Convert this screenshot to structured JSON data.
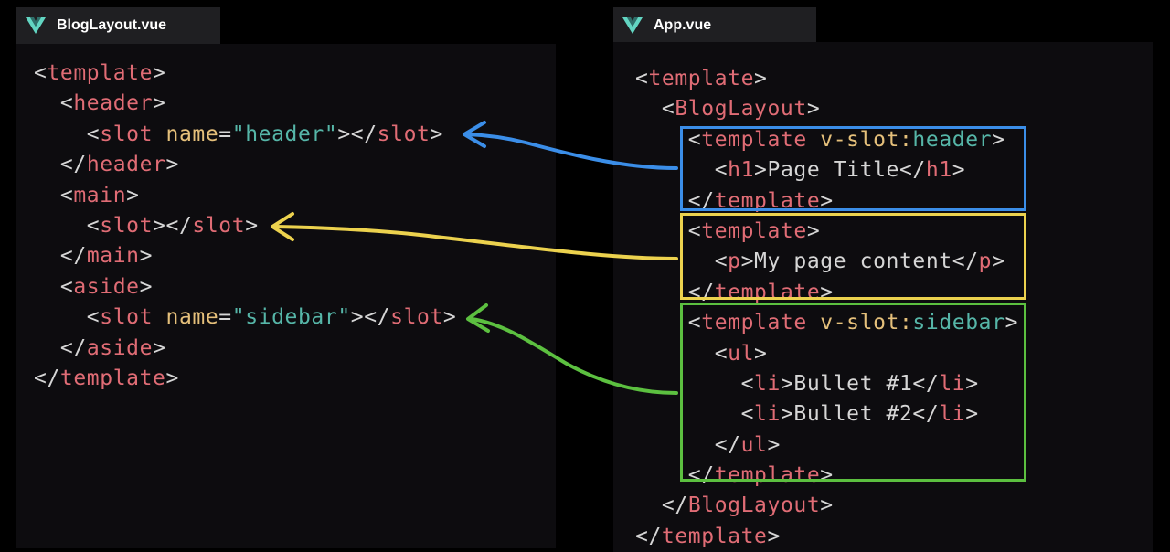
{
  "tabs": {
    "left": {
      "icon": "vue-logo-icon",
      "label": "BlogLayout.vue"
    },
    "right": {
      "icon": "vue-logo-icon",
      "label": "App.vue"
    }
  },
  "colors": {
    "blue": "#3b8ee8",
    "yellow": "#ecd24e",
    "green": "#5cc040",
    "tag": "#e06c75",
    "attr": "#e5c07b",
    "string": "#56b6a8",
    "punct": "#d6d6d6"
  },
  "left_code": [
    [
      [
        "p",
        "<"
      ],
      [
        "tag",
        "template"
      ],
      [
        "p",
        ">"
      ]
    ],
    [
      [
        "t",
        "  "
      ],
      [
        "p",
        "<"
      ],
      [
        "tag",
        "header"
      ],
      [
        "p",
        ">"
      ]
    ],
    [
      [
        "t",
        "    "
      ],
      [
        "p",
        "<"
      ],
      [
        "tag",
        "slot"
      ],
      [
        "t",
        " "
      ],
      [
        "attr",
        "name"
      ],
      [
        "p",
        "="
      ],
      [
        "str",
        "\"header\""
      ],
      [
        "p",
        "></"
      ],
      [
        "tag",
        "slot"
      ],
      [
        "p",
        ">"
      ]
    ],
    [
      [
        "t",
        "  "
      ],
      [
        "p",
        "</"
      ],
      [
        "tag",
        "header"
      ],
      [
        "p",
        ">"
      ]
    ],
    [
      [
        "t",
        "  "
      ],
      [
        "p",
        "<"
      ],
      [
        "tag",
        "main"
      ],
      [
        "p",
        ">"
      ]
    ],
    [
      [
        "t",
        "    "
      ],
      [
        "p",
        "<"
      ],
      [
        "tag",
        "slot"
      ],
      [
        "p",
        "></"
      ],
      [
        "tag",
        "slot"
      ],
      [
        "p",
        ">"
      ]
    ],
    [
      [
        "t",
        "  "
      ],
      [
        "p",
        "</"
      ],
      [
        "tag",
        "main"
      ],
      [
        "p",
        ">"
      ]
    ],
    [
      [
        "t",
        "  "
      ],
      [
        "p",
        "<"
      ],
      [
        "tag",
        "aside"
      ],
      [
        "p",
        ">"
      ]
    ],
    [
      [
        "t",
        "    "
      ],
      [
        "p",
        "<"
      ],
      [
        "tag",
        "slot"
      ],
      [
        "t",
        " "
      ],
      [
        "attr",
        "name"
      ],
      [
        "p",
        "="
      ],
      [
        "str",
        "\"sidebar\""
      ],
      [
        "p",
        "></"
      ],
      [
        "tag",
        "slot"
      ],
      [
        "p",
        ">"
      ]
    ],
    [
      [
        "t",
        "  "
      ],
      [
        "p",
        "</"
      ],
      [
        "tag",
        "aside"
      ],
      [
        "p",
        ">"
      ]
    ],
    [
      [
        "p",
        "</"
      ],
      [
        "tag",
        "template"
      ],
      [
        "p",
        ">"
      ]
    ]
  ],
  "right_code": [
    [
      [
        "p",
        "<"
      ],
      [
        "tag",
        "template"
      ],
      [
        "p",
        ">"
      ]
    ],
    [
      [
        "t",
        "  "
      ],
      [
        "p",
        "<"
      ],
      [
        "tag",
        "BlogLayout"
      ],
      [
        "p",
        ">"
      ]
    ],
    [
      [
        "t",
        "    "
      ],
      [
        "p",
        "<"
      ],
      [
        "tag",
        "template"
      ],
      [
        "t",
        " "
      ],
      [
        "attr",
        "v-slot:"
      ],
      [
        "str",
        "header"
      ],
      [
        "p",
        ">"
      ]
    ],
    [
      [
        "t",
        "      "
      ],
      [
        "p",
        "<"
      ],
      [
        "tag",
        "h1"
      ],
      [
        "p",
        ">"
      ],
      [
        "t",
        "Page Title"
      ],
      [
        "p",
        "</"
      ],
      [
        "tag",
        "h1"
      ],
      [
        "p",
        ">"
      ]
    ],
    [
      [
        "t",
        "    "
      ],
      [
        "p",
        "</"
      ],
      [
        "tag",
        "template"
      ],
      [
        "p",
        ">"
      ]
    ],
    [
      [
        "t",
        "    "
      ],
      [
        "p",
        "<"
      ],
      [
        "tag",
        "template"
      ],
      [
        "p",
        ">"
      ]
    ],
    [
      [
        "t",
        "      "
      ],
      [
        "p",
        "<"
      ],
      [
        "tag",
        "p"
      ],
      [
        "p",
        ">"
      ],
      [
        "t",
        "My page content"
      ],
      [
        "p",
        "</"
      ],
      [
        "tag",
        "p"
      ],
      [
        "p",
        ">"
      ]
    ],
    [
      [
        "t",
        "    "
      ],
      [
        "p",
        "</"
      ],
      [
        "tag",
        "template"
      ],
      [
        "p",
        ">"
      ]
    ],
    [
      [
        "t",
        "    "
      ],
      [
        "p",
        "<"
      ],
      [
        "tag",
        "template"
      ],
      [
        "t",
        " "
      ],
      [
        "attr",
        "v-slot:"
      ],
      [
        "str",
        "sidebar"
      ],
      [
        "p",
        ">"
      ]
    ],
    [
      [
        "t",
        "      "
      ],
      [
        "p",
        "<"
      ],
      [
        "tag",
        "ul"
      ],
      [
        "p",
        ">"
      ]
    ],
    [
      [
        "t",
        "        "
      ],
      [
        "p",
        "<"
      ],
      [
        "tag",
        "li"
      ],
      [
        "p",
        ">"
      ],
      [
        "t",
        "Bullet #1"
      ],
      [
        "p",
        "</"
      ],
      [
        "tag",
        "li"
      ],
      [
        "p",
        ">"
      ]
    ],
    [
      [
        "t",
        "        "
      ],
      [
        "p",
        "<"
      ],
      [
        "tag",
        "li"
      ],
      [
        "p",
        ">"
      ],
      [
        "t",
        "Bullet #2"
      ],
      [
        "p",
        "</"
      ],
      [
        "tag",
        "li"
      ],
      [
        "p",
        ">"
      ]
    ],
    [
      [
        "t",
        "      "
      ],
      [
        "p",
        "</"
      ],
      [
        "tag",
        "ul"
      ],
      [
        "p",
        ">"
      ]
    ],
    [
      [
        "t",
        "    "
      ],
      [
        "p",
        "</"
      ],
      [
        "tag",
        "template"
      ],
      [
        "p",
        ">"
      ]
    ],
    [
      [
        "t",
        "  "
      ],
      [
        "p",
        "</"
      ],
      [
        "tag",
        "BlogLayout"
      ],
      [
        "p",
        ">"
      ]
    ],
    [
      [
        "p",
        "</"
      ],
      [
        "tag",
        "template"
      ],
      [
        "p",
        ">"
      ]
    ]
  ],
  "highlights": [
    {
      "slot": "header",
      "color": "blue"
    },
    {
      "slot": "default",
      "color": "yellow"
    },
    {
      "slot": "sidebar",
      "color": "green"
    }
  ]
}
